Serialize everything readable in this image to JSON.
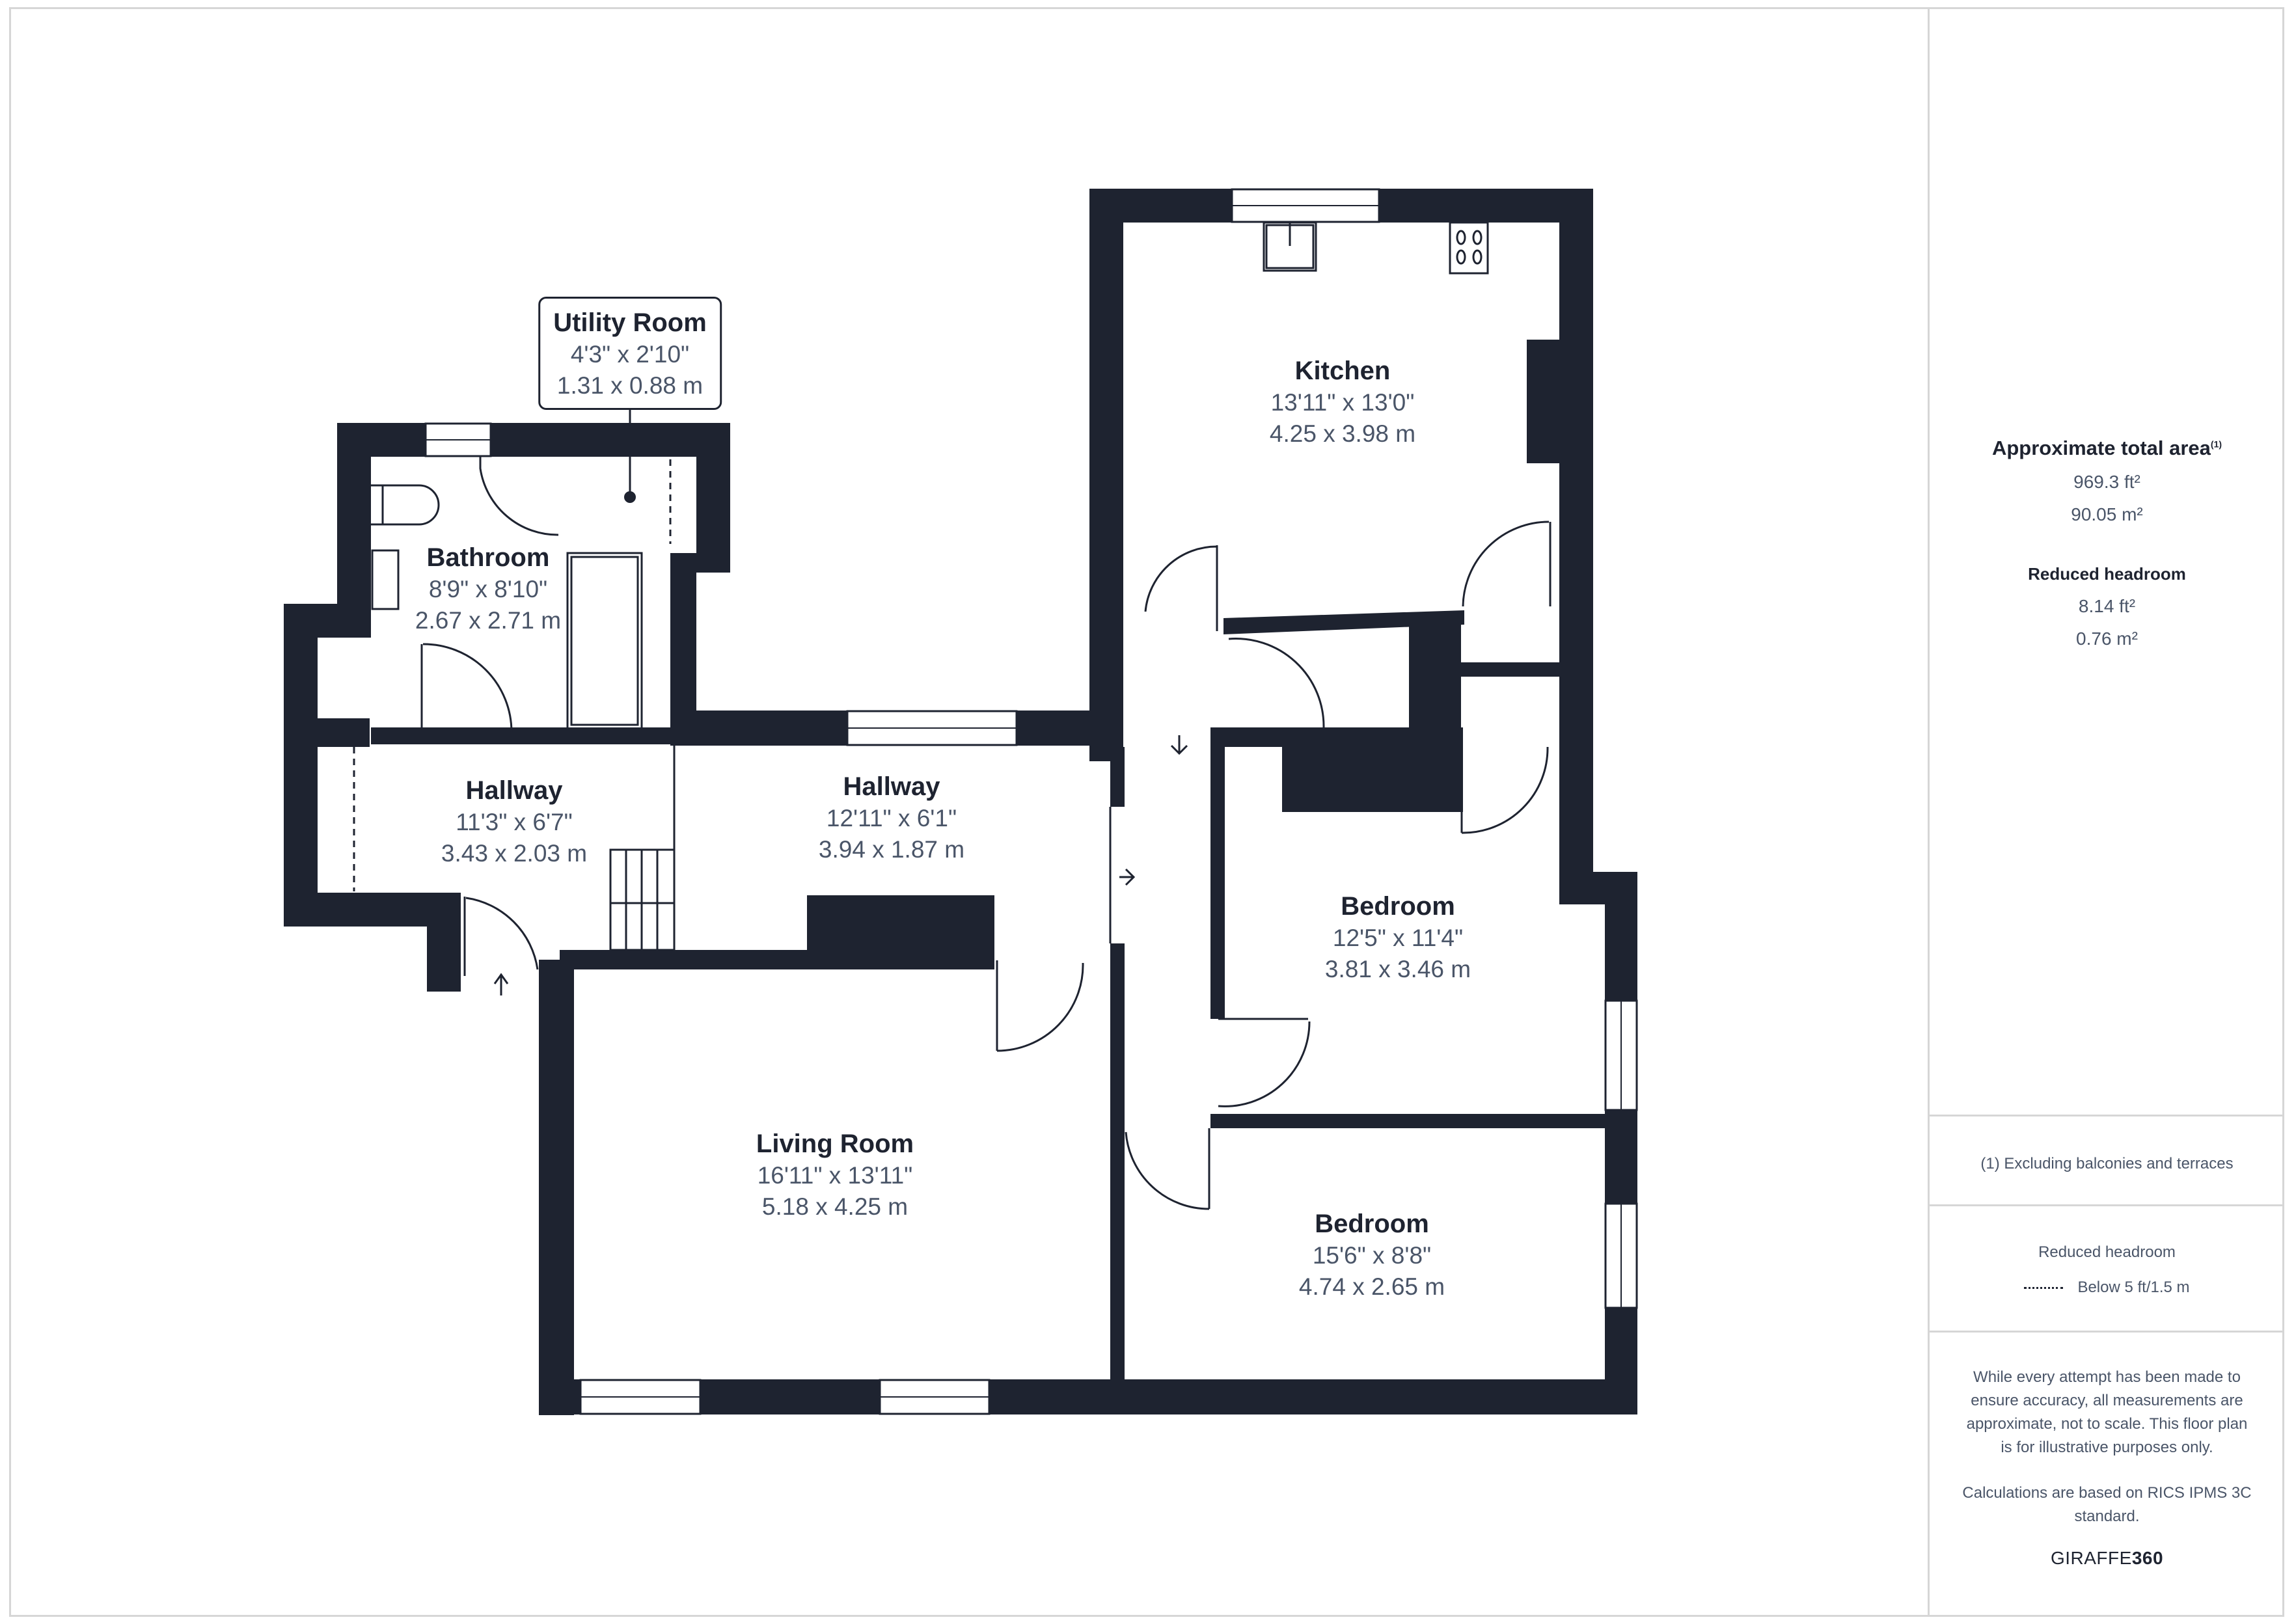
{
  "floor_plan": {
    "rooms": [
      {
        "id": "utility-room",
        "name": "Utility Room",
        "dim_imperial": "4'3\" x 2'10\"",
        "dim_metric": "1.31 x 0.88 m"
      },
      {
        "id": "bathroom",
        "name": "Bathroom",
        "dim_imperial": "8'9\" x 8'10\"",
        "dim_metric": "2.67 x 2.71 m"
      },
      {
        "id": "kitchen",
        "name": "Kitchen",
        "dim_imperial": "13'11\" x 13'0\"",
        "dim_metric": "4.25 x 3.98 m"
      },
      {
        "id": "hallway-west",
        "name": "Hallway",
        "dim_imperial": "11'3\" x 6'7\"",
        "dim_metric": "3.43 x 2.03 m"
      },
      {
        "id": "hallway-central",
        "name": "Hallway",
        "dim_imperial": "12'11\" x 6'1\"",
        "dim_metric": "3.94 x 1.87 m"
      },
      {
        "id": "bedroom-1",
        "name": "Bedroom",
        "dim_imperial": "12'5\" x 11'4\"",
        "dim_metric": "3.81 x 3.46 m"
      },
      {
        "id": "living-room",
        "name": "Living Room",
        "dim_imperial": "16'11\" x 13'11\"",
        "dim_metric": "5.18 x 4.25 m"
      },
      {
        "id": "bedroom-2",
        "name": "Bedroom",
        "dim_imperial": "15'6\" x 8'8\"",
        "dim_metric": "4.74 x 2.65 m"
      }
    ],
    "colors": {
      "wall": "#1e2330",
      "text_primary": "#1e2330",
      "text_secondary": "#4a5568",
      "border": "#d6d6d6"
    }
  },
  "sidebar": {
    "total_area": {
      "title": "Approximate total area",
      "footnote_marker": "(1)",
      "value_ft": "969.3 ft²",
      "value_m": "90.05 m²"
    },
    "reduced_headroom": {
      "title": "Reduced headroom",
      "value_ft": "8.14 ft²",
      "value_m": "0.76 m²"
    },
    "footnote": "(1) Excluding balconies and terraces",
    "legend": {
      "title": "Reduced headroom",
      "item": "Below 5 ft/1.5 m"
    },
    "disclaimer": "While every attempt has been made to ensure accuracy, all measurements are approximate, not to scale. This floor plan is for illustrative purposes only.",
    "standard": "Calculations are based on RICS IPMS 3C standard.",
    "brand": {
      "part1": "GIRAFFE",
      "part2": "360"
    }
  }
}
